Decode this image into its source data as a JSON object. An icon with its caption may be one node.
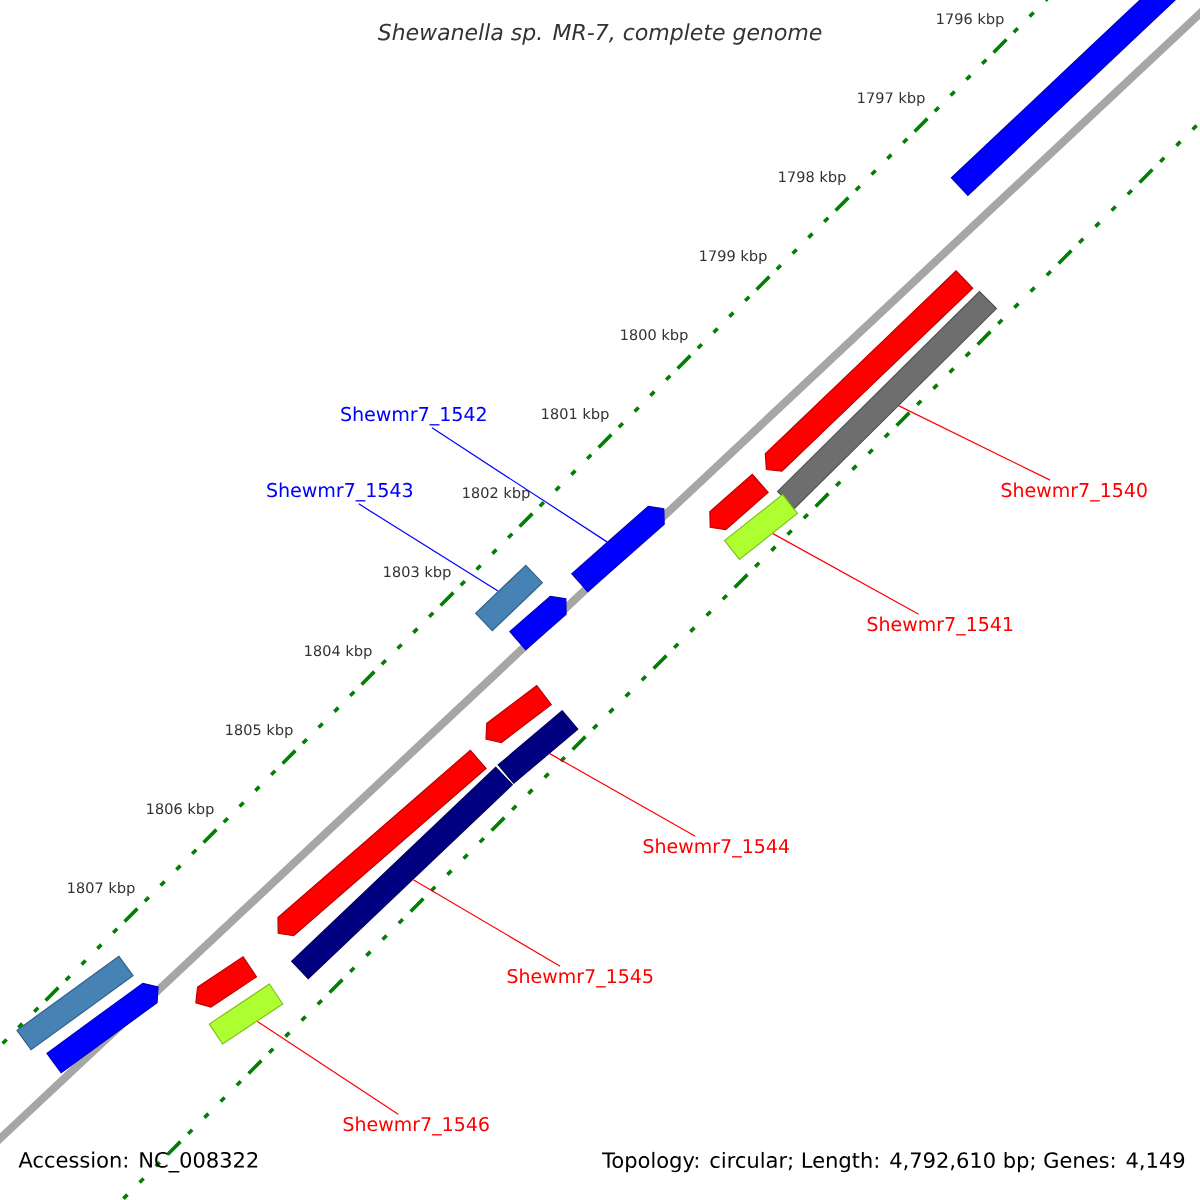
{
  "diagram": {
    "title": "Shewanella sp. MR-7, complete genome",
    "nodes": [
      {
        "text": [
          "Shewmr7_1540"
        ]
      },
      {
        "text": [
          "Shewmr7_1541"
        ]
      },
      {
        "text": [
          "Shewmr7_1542"
        ]
      },
      {
        "text": [
          "Shewmr7_1543"
        ]
      },
      {
        "text": [
          "Shewmr7_1544"
        ]
      },
      {
        "text": [
          "Shewmr7_1545"
        ]
      },
      {
        "text": [
          "Shewmr7_1546"
        ]
      },
      {
        "text": [],
        "shape": "bar"
      },
      {
        "text": [],
        "shape": "bar"
      },
      {
        "text": [],
        "shape": "bar"
      },
      {
        "text": [],
        "shape": "bar"
      },
      {
        "text": [],
        "shape": "bar"
      },
      {
        "text": [],
        "shape": "bar"
      },
      {
        "text": [],
        "shape": "bar"
      },
      {
        "text": [],
        "shape": "bar"
      },
      {
        "text": [],
        "shape": "bar"
      },
      {
        "text": [],
        "shape": "bar"
      },
      {
        "text": [],
        "shape": "bar"
      },
      {
        "text": [],
        "shape": "bar"
      },
      {
        "text": [],
        "shape": "bar"
      },
      {
        "text": [],
        "shape": "bar"
      },
      {
        "text": [],
        "shape": "bar"
      },
      {
        "text": [],
        "shape": "bar"
      }
    ],
    "edges": [
      {
        "from": 0,
        "to": 14,
        "arrow": "none"
      },
      {
        "from": 1,
        "to": 16,
        "arrow": "none"
      },
      {
        "from": 2,
        "to": 8,
        "arrow": "none",
        "color": "#0000ff"
      },
      {
        "from": 3,
        "to": 9,
        "arrow": "none",
        "color": "#0000ff"
      },
      {
        "from": 4,
        "to": 18,
        "arrow": "none"
      },
      {
        "from": 5,
        "to": 20,
        "arrow": "none"
      },
      {
        "from": 6,
        "to": 22,
        "arrow": "none"
      }
    ],
    "labels": [
      "1796 kbp",
      "1797 kbp",
      "1798 kbp",
      "1799 kbp",
      "1800 kbp",
      "1801 kbp",
      "1802 kbp",
      "1803 kbp",
      "1804 kbp",
      "1805 kbp",
      "1806 kbp",
      "1807 kbp",
      "Accession: NC_008322",
      "Topology: circular; Length: 4,792,610 bp; Genes: 4,149"
    ]
  }
}
